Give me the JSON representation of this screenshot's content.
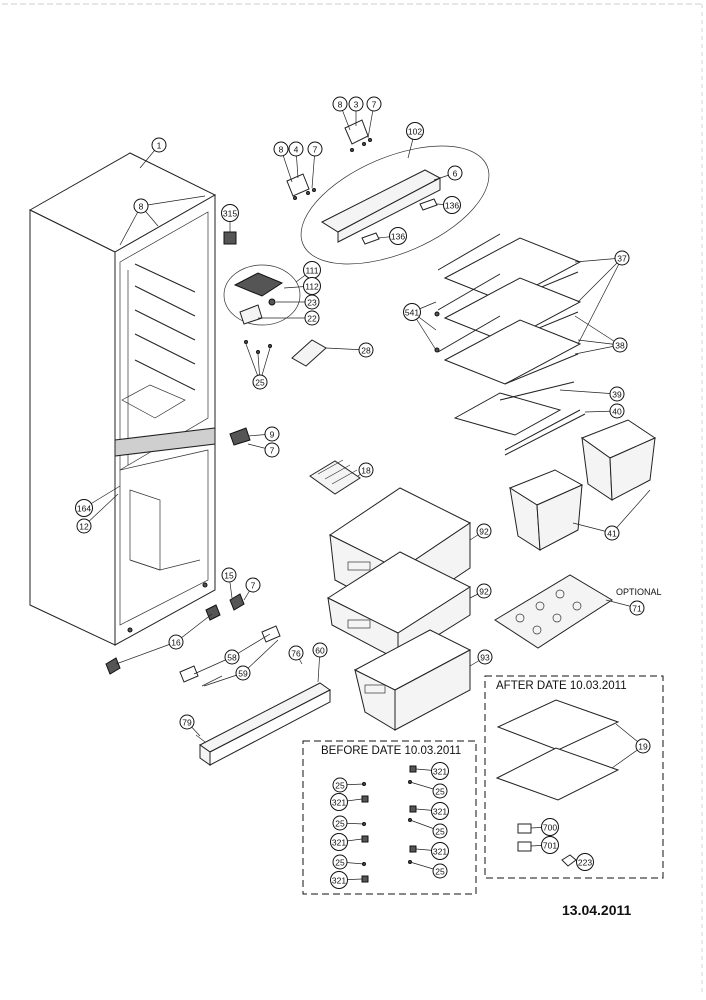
{
  "callouts": [
    {
      "id": "c-8a",
      "label": "8"
    },
    {
      "id": "c-3",
      "label": "3"
    },
    {
      "id": "c-7a",
      "label": "7"
    },
    {
      "id": "c-102",
      "label": "102"
    },
    {
      "id": "c-1",
      "label": "1"
    },
    {
      "id": "c-8b",
      "label": "8"
    },
    {
      "id": "c-4",
      "label": "4"
    },
    {
      "id": "c-7b",
      "label": "7"
    },
    {
      "id": "c-6",
      "label": "6"
    },
    {
      "id": "c-8c",
      "label": "8"
    },
    {
      "id": "c-315",
      "label": "315"
    },
    {
      "id": "c-136a",
      "label": "136"
    },
    {
      "id": "c-136b",
      "label": "136"
    },
    {
      "id": "c-37",
      "label": "37"
    },
    {
      "id": "c-111",
      "label": "111"
    },
    {
      "id": "c-112",
      "label": "112"
    },
    {
      "id": "c-23",
      "label": "23"
    },
    {
      "id": "c-22",
      "label": "22"
    },
    {
      "id": "c-541",
      "label": "541"
    },
    {
      "id": "c-38",
      "label": "38"
    },
    {
      "id": "c-28",
      "label": "28"
    },
    {
      "id": "c-25a",
      "label": "25"
    },
    {
      "id": "c-39",
      "label": "39"
    },
    {
      "id": "c-40",
      "label": "40"
    },
    {
      "id": "c-9",
      "label": "9"
    },
    {
      "id": "c-7c",
      "label": "7"
    },
    {
      "id": "c-18",
      "label": "18"
    },
    {
      "id": "c-164",
      "label": "164"
    },
    {
      "id": "c-12",
      "label": "12"
    },
    {
      "id": "c-92a",
      "label": "92"
    },
    {
      "id": "c-41",
      "label": "41"
    },
    {
      "id": "c-15",
      "label": "15"
    },
    {
      "id": "c-7d",
      "label": "7"
    },
    {
      "id": "c-92b",
      "label": "92"
    },
    {
      "id": "c-71",
      "label": "71"
    },
    {
      "id": "c-16",
      "label": "16"
    },
    {
      "id": "c-58",
      "label": "58"
    },
    {
      "id": "c-59",
      "label": "59"
    },
    {
      "id": "c-76",
      "label": "76"
    },
    {
      "id": "c-60",
      "label": "60"
    },
    {
      "id": "c-93",
      "label": "93"
    },
    {
      "id": "c-79",
      "label": "79"
    },
    {
      "id": "c-19",
      "label": "19"
    },
    {
      "id": "c-700",
      "label": "700"
    },
    {
      "id": "c-701",
      "label": "701"
    },
    {
      "id": "c-223",
      "label": "223"
    },
    {
      "id": "c-b25a",
      "label": "25"
    },
    {
      "id": "c-b321a",
      "label": "321"
    },
    {
      "id": "c-b25b",
      "label": "25"
    },
    {
      "id": "c-b321b",
      "label": "321"
    },
    {
      "id": "c-b25c",
      "label": "25"
    },
    {
      "id": "c-b321c",
      "label": "321"
    },
    {
      "id": "c-b321d",
      "label": "321"
    },
    {
      "id": "c-b25d",
      "label": "25"
    },
    {
      "id": "c-b321e",
      "label": "321"
    },
    {
      "id": "c-b25e",
      "label": "25"
    },
    {
      "id": "c-b321f",
      "label": "321"
    },
    {
      "id": "c-b25f",
      "label": "25"
    }
  ],
  "optional_label": "OPTIONAL",
  "after_box_title": "AFTER DATE 10.03.2011",
  "before_box_title": "BEFORE DATE 10.03.2011",
  "document_date": "13.04.2011"
}
